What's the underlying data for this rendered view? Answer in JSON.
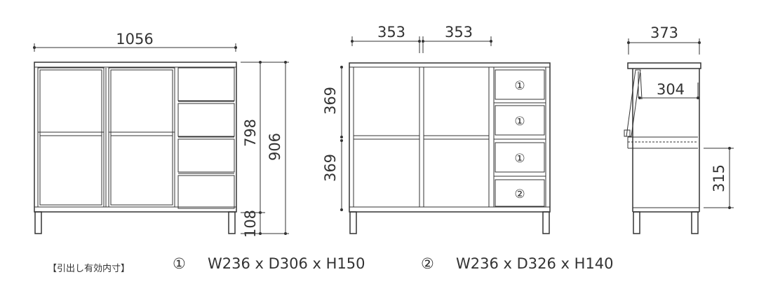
{
  "dimensions": {
    "front_width": "1056",
    "door_width_left": "353",
    "door_width_right": "353",
    "side_depth": "373",
    "side_inner_depth": "304",
    "height_upper": "798",
    "height_total": "906",
    "height_base": "108",
    "upper_compartment": "369",
    "lower_compartment": "369",
    "side_lower": "315"
  },
  "drawer_labels": [
    "①",
    "①",
    "①",
    "②"
  ],
  "caption": {
    "label": "【引出し有効内寸】",
    "spec1_mark": "①",
    "spec1": "W236 x D306 x H150",
    "spec2_mark": "②",
    "spec2": "W236 x D326 x H140"
  }
}
